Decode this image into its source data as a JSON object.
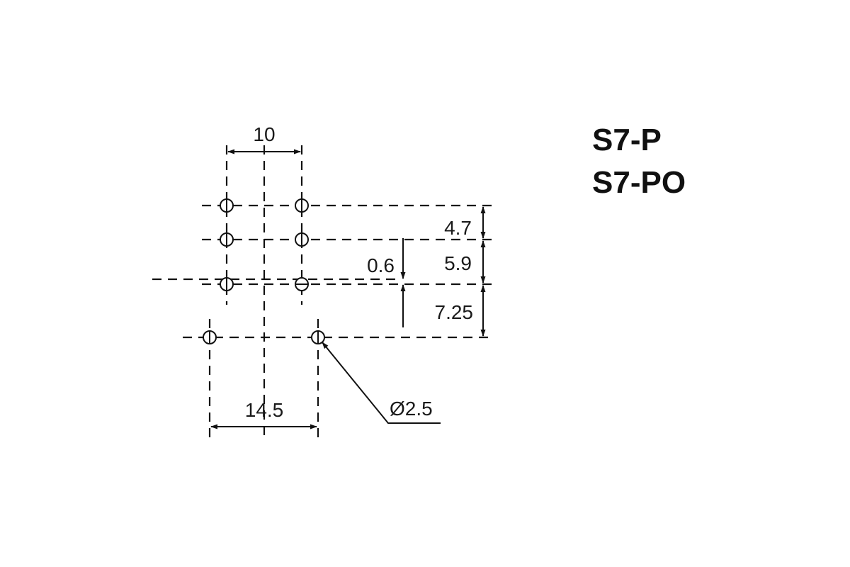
{
  "models": [
    "S7-P",
    "S7-PO"
  ],
  "dimensions": {
    "top_spacing": "10",
    "row_gap_1": "4.7",
    "row_gap_2": "5.9",
    "offset": "0.6",
    "row_gap_3": "7.25",
    "bottom_spacing": "14.5",
    "hole_diameter": "Ø2.5"
  }
}
